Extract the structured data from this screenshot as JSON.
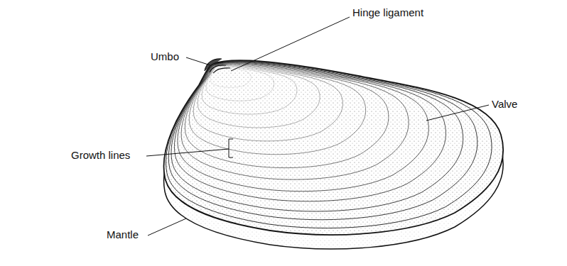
{
  "diagram": {
    "labels": [
      "Hinge ligament",
      "Umbo",
      "Valve",
      "Growth lines",
      "Mantle"
    ]
  }
}
